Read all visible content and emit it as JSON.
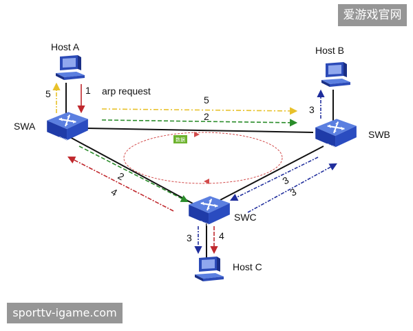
{
  "nodes": {
    "host_a": "Host A",
    "host_b": "Host B",
    "host_c": "Host C",
    "swa": "SWA",
    "swb": "SWB",
    "swc": "SWC",
    "switch_caption": "SWITCH"
  },
  "flows": {
    "arp_request": "arp request",
    "a_down": "1",
    "a_up": "5",
    "ab_top": "5",
    "ab_mid": "2",
    "b_up": "3",
    "ac_green": "2",
    "ac_red": "4",
    "bc_left": "3",
    "bc_right": "3",
    "c_down": "3",
    "c_up": "4",
    "center_tag": "数据"
  },
  "watermarks": {
    "top_right": "爱游戏官网",
    "bottom_left": "sporttv-igame.com"
  },
  "colors": {
    "switch_blue": "#2f4fc2",
    "yellow_arrow": "#e8c12a",
    "green_arrow": "#2a8c2a",
    "red_arrow": "#c0282d",
    "navy_arrow": "#1f2d9c",
    "tag_green": "#6cb22c"
  }
}
